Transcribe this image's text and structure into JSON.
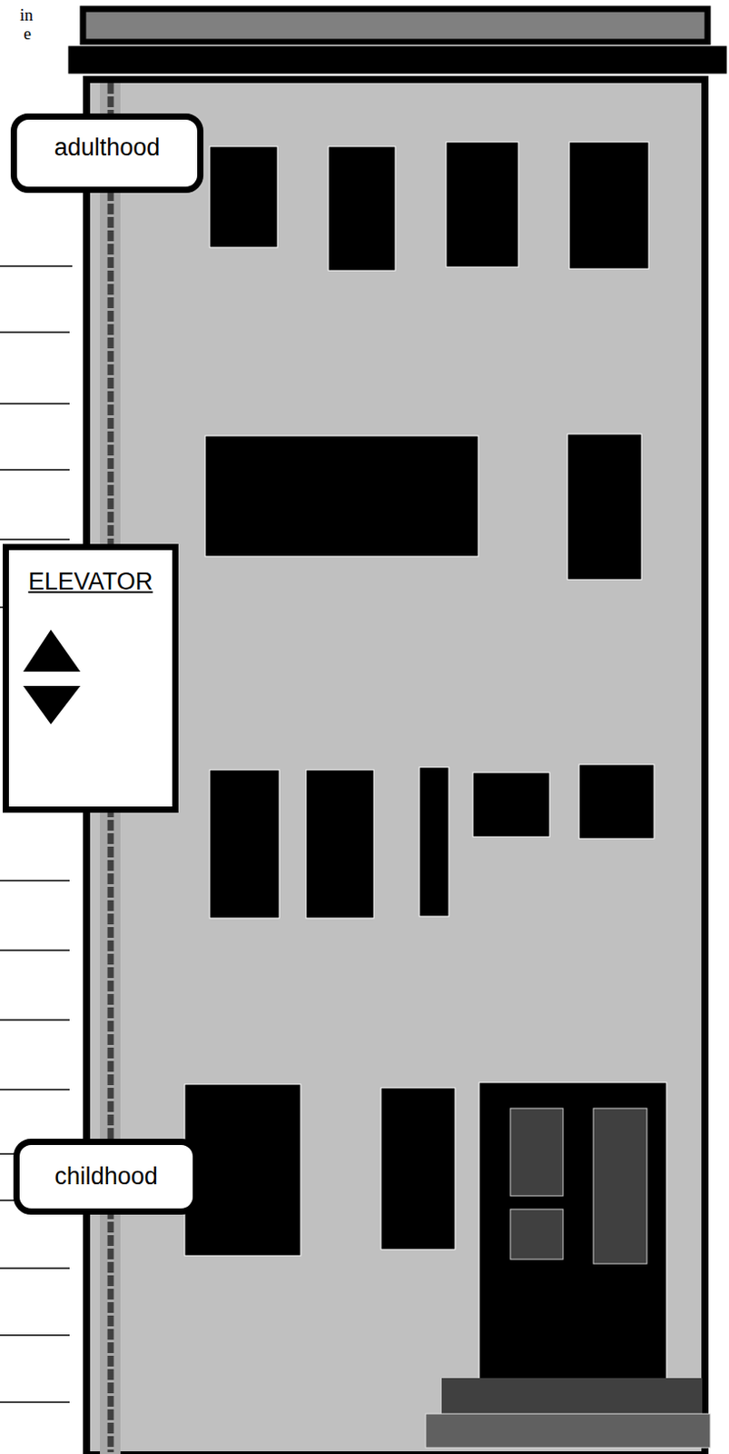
{
  "diagram": {
    "nodes": [
      {
        "text": [
          "adulthood"
        ]
      },
      {
        "text": [
          "ELEVATOR"
        ]
      },
      {
        "text": [
          "childhood"
        ]
      }
    ],
    "labels": [
      "in",
      "e"
    ]
  }
}
